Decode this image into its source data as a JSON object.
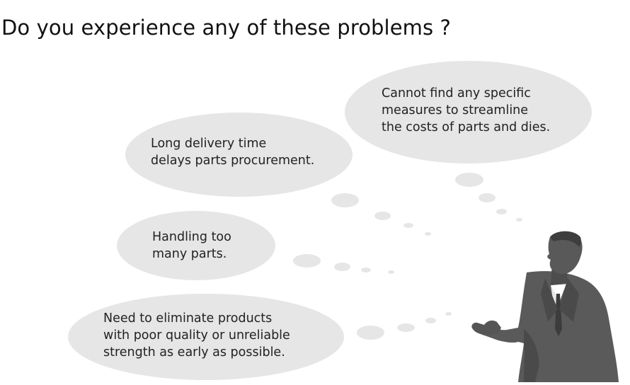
{
  "title": "Do you experience any of these problems ?",
  "bubbles": [
    {
      "text": "Cannot find any specific\nmeasures to streamline\nthe costs of parts and dies."
    },
    {
      "text": "Long delivery time\ndelays parts procurement."
    },
    {
      "text": "Handling too\nmany parts."
    },
    {
      "text": "Need to eliminate products\nwith poor quality or unreliable\nstrength as early as possible."
    }
  ],
  "colors": {
    "bubble_fill": "#e6e6e6",
    "figure_fill": "#5a5a5a",
    "figure_dark": "#3c3c3c",
    "shirt": "#ffffff"
  },
  "icons": [
    "thinking-man-silhouette"
  ]
}
